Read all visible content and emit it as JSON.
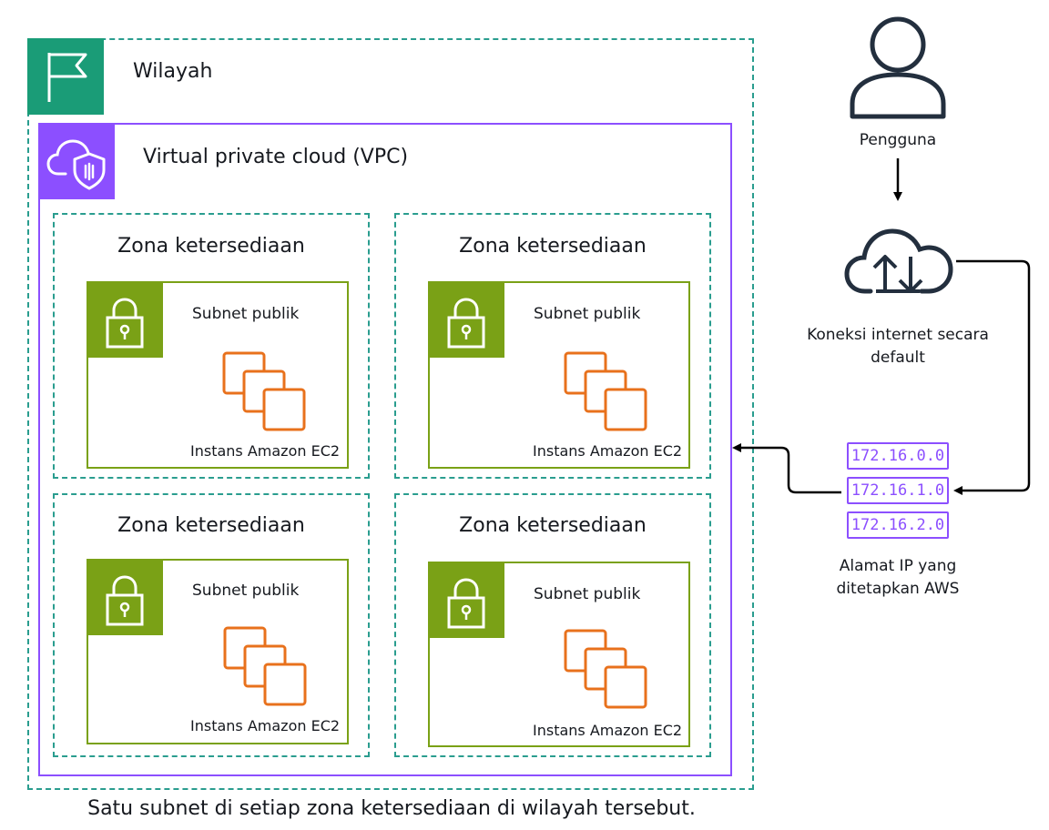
{
  "region": {
    "title": "Wilayah"
  },
  "vpc": {
    "title": "Virtual private cloud (VPC)"
  },
  "zones": [
    {
      "title": "Zona ketersediaan",
      "subnet_label": "Subnet publik",
      "ec2_label": "Instans Amazon EC2"
    },
    {
      "title": "Zona ketersediaan",
      "subnet_label": "Subnet publik",
      "ec2_label": "Instans Amazon EC2"
    },
    {
      "title": "Zona ketersediaan",
      "subnet_label": "Subnet publik",
      "ec2_label": "Instans Amazon EC2"
    },
    {
      "title": "Zona ketersediaan",
      "subnet_label": "Subnet publik",
      "ec2_label": "Instans Amazon EC2"
    }
  ],
  "user": {
    "label": "Pengguna"
  },
  "internet": {
    "label_line1": "Koneksi internet secara",
    "label_line2": "default"
  },
  "ip_addresses": [
    "172.16.0.0",
    "172.16.1.0",
    "172.16.2.0"
  ],
  "ip_caption": {
    "line1": "Alamat IP yang",
    "line2": "ditetapkan AWS"
  },
  "caption": "Satu subnet di setiap zona ketersediaan di wilayah tersebut.",
  "icons": [
    "flag-icon",
    "cloud-shield-icon",
    "lock-icon",
    "ec2-instances-icon",
    "user-icon",
    "cloud-upload-download-icon"
  ],
  "colors": {
    "region": "#1a9c77",
    "vpc": "#8c4fff",
    "subnet": "#7aa116",
    "ec2": "#e8711c",
    "zone_border": "#2a9d8f"
  }
}
